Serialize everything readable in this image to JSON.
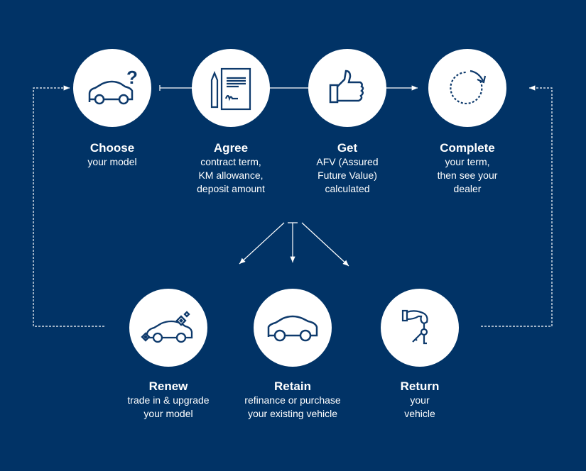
{
  "colors": {
    "background": "#013366",
    "circle": "#ffffff",
    "icon": "#0e3a6c"
  },
  "steps": [
    {
      "title": "Choose",
      "desc": [
        "your model"
      ],
      "icon": "car-question-icon"
    },
    {
      "title": "Agree",
      "desc": [
        "contract term,",
        "KM allowance,",
        "deposit amount"
      ],
      "icon": "contract-pencil-icon"
    },
    {
      "title": "Get",
      "desc": [
        "AFV (Assured",
        "Future Value)",
        "calculated"
      ],
      "icon": "thumbs-up-icon"
    },
    {
      "title": "Complete",
      "desc": [
        "your term,",
        "then see your",
        "dealer"
      ],
      "icon": "cycle-arrow-icon"
    }
  ],
  "options": [
    {
      "title": "Renew",
      "desc": [
        "trade in & upgrade",
        "your model"
      ],
      "icon": "sparkling-car-icon"
    },
    {
      "title": "Retain",
      "desc": [
        "refinance or purchase",
        "your existing vehicle"
      ],
      "icon": "car-icon"
    },
    {
      "title": "Return",
      "desc": [
        "your",
        "vehicle"
      ],
      "icon": "hand-keys-icon"
    }
  ]
}
